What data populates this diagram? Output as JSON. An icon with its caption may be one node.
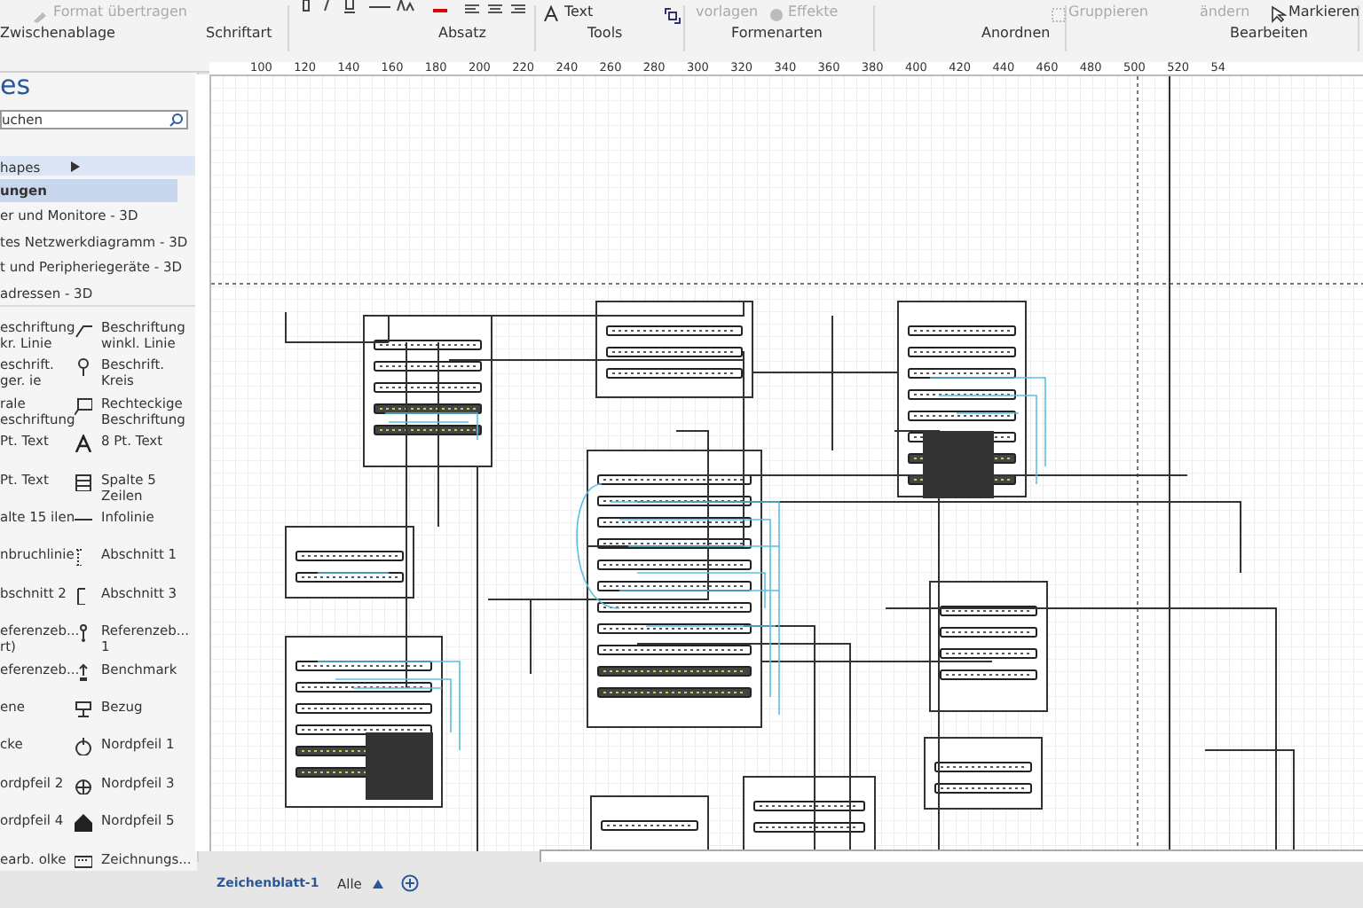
{
  "diagram": {
    "labels": [
      "Format übertragen",
      "Zwischenablage",
      "Schriftart",
      "Absatz",
      "Text",
      "Tools",
      "vorlagen",
      "Effekte",
      "Formenarten",
      "Gruppieren",
      "Anordnen",
      "ändern",
      "Markieren",
      "Bearbeiten",
      "100",
      "120",
      "140",
      "160",
      "180",
      "200",
      "220",
      "240",
      "260",
      "280",
      "300",
      "320",
      "340",
      "360",
      "380",
      "400",
      "420",
      "440",
      "460",
      "480",
      "500",
      "520",
      "54",
      "es",
      "uchen",
      "hapes",
      "ungen",
      "er und Monitore - 3D",
      "tes Netzwerkdiagramm - 3D",
      "t und Peripheriegeräte - 3D",
      "adressen - 3D",
      "eschriftung kr. Linie",
      "Beschriftung winkl. Linie",
      "eschrift. ger. ie",
      "Beschrift. Kreis",
      "rale eschriftung",
      "Rechteckige Beschriftung",
      "Pt. Text",
      "8 Pt. Text",
      "Pt. Text",
      "Spalte 5 Zeilen",
      "alte 15 ilen",
      "Infolinie",
      "nbruchlinie",
      "Abschnitt 1",
      "bschnitt 2",
      "Abschnitt 3",
      "eferenzeb... rt)",
      "Referenzeb... 1",
      "eferenzeb...",
      "Benchmark",
      "ene",
      "Bezug",
      "cke",
      "Nordpfeil 1",
      "ordpfeil 2",
      "Nordpfeil 3",
      "ordpfeil 4",
      "Nordpfeil 5",
      "earb. olke",
      "Zeichnungs...",
      "Zeichenblatt-1",
      "Alle"
    ]
  }
}
